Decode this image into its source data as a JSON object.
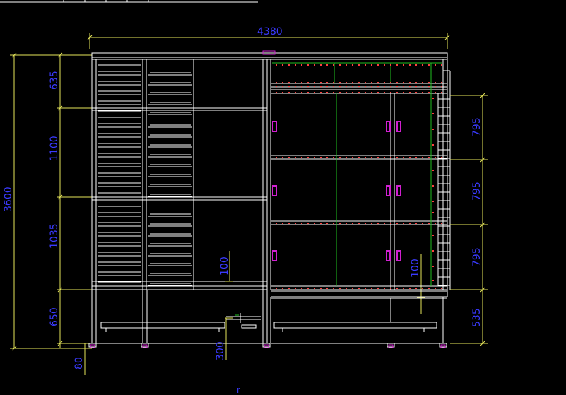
{
  "drawing": {
    "colors": {
      "background": "#000000",
      "structure": "#ffffff",
      "dimension": "#e6e65a",
      "dimension_text": "#3a3aff",
      "glass": "#20c020",
      "hardware": "#d020d0",
      "accent_red": "#ff3030"
    },
    "dimensions": {
      "overall_width": "4380",
      "overall_height": "3600",
      "left_col": [
        "635",
        "1100",
        "1035",
        "650"
      ],
      "left_foot": "80",
      "mid_100_left": "100",
      "mid_300": "300",
      "mid_100_right": "100",
      "right_col": [
        "795",
        "795",
        "795",
        "535"
      ]
    },
    "bottom_mark": "r"
  }
}
